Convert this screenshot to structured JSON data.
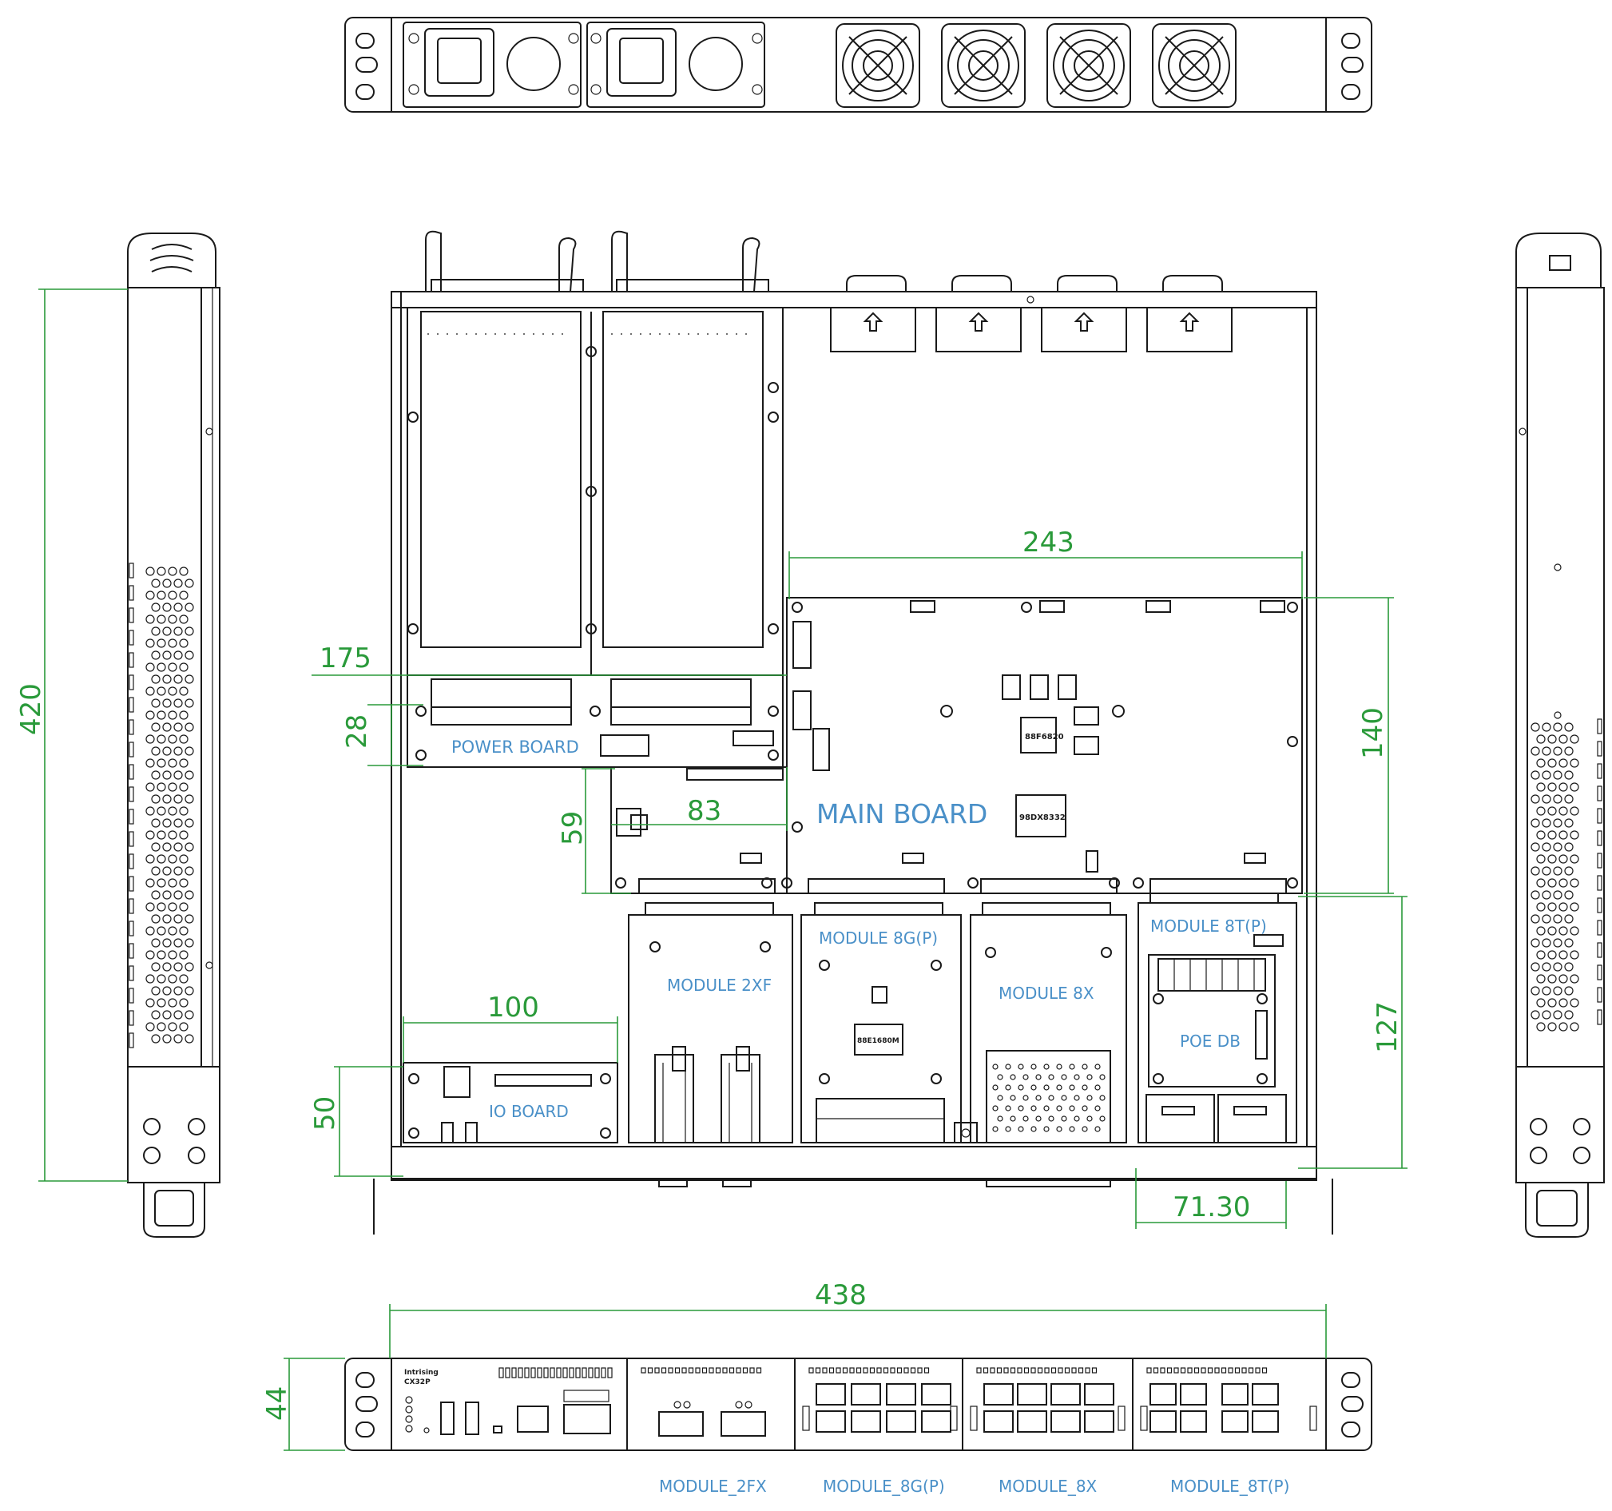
{
  "labels": {
    "power_board": "POWER BOARD",
    "main_board": "MAIN BOARD",
    "io_board": "IO BOARD",
    "poe_db": "POE DB",
    "module_2xf": "MODULE 2XF",
    "module_8gp": "MODULE 8G(P)",
    "module_8x": "MODULE 8X",
    "module_8tp": "MODULE 8T(P)"
  },
  "front_labels": {
    "module_2fx": "MODULE_2FX",
    "module_8gp": "MODULE_8G(P)",
    "module_8x": "MODULE_8X",
    "module_8tp": "MODULE_8T(P)"
  },
  "chips": {
    "chip_a": "88F6820",
    "chip_b": "98DX8332",
    "chip_c": "88E1680M"
  },
  "brand": {
    "line1": "Intrising",
    "line2": "CX32P"
  },
  "dimensions": {
    "d420": "420",
    "d243": "243",
    "d175": "175",
    "d28": "28",
    "d140": "140",
    "d83": "83",
    "d59": "59",
    "d100": "100",
    "d50": "50",
    "d127": "127",
    "d7130": "71.30",
    "d438": "438",
    "d44": "44"
  },
  "colors": {
    "dimension_green": "#2a9a3a",
    "label_blue": "#4a90c8",
    "outline": "#1a1a1a"
  }
}
